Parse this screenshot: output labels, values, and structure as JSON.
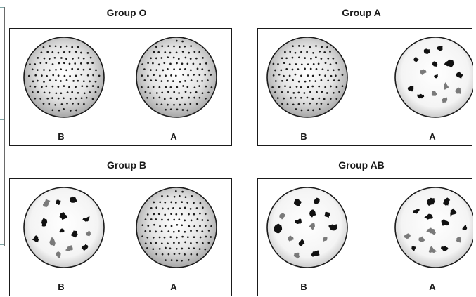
{
  "panels": [
    {
      "title": "Group O",
      "circles": [
        {
          "label": "B",
          "state": "not-agglutinated"
        },
        {
          "label": "A",
          "state": "not-agglutinated"
        }
      ]
    },
    {
      "title": "Group A",
      "circles": [
        {
          "label": "B",
          "state": "not-agglutinated"
        },
        {
          "label": "A",
          "state": "agglutinated"
        }
      ]
    },
    {
      "title": "Group B",
      "circles": [
        {
          "label": "B",
          "state": "agglutinated"
        },
        {
          "label": "A",
          "state": "not-agglutinated"
        }
      ]
    },
    {
      "title": "Group AB",
      "circles": [
        {
          "label": "B",
          "state": "agglutinated"
        },
        {
          "label": "A",
          "state": "agglutinated"
        }
      ]
    }
  ],
  "colors": {
    "outline": "#1a1a1a",
    "dot": "#1a1a1a",
    "clump_dark": "#111111",
    "clump_gray": "#7a7a7a",
    "sphere_light": "#ffffff",
    "sphere_dark": "#9a9a9a"
  }
}
